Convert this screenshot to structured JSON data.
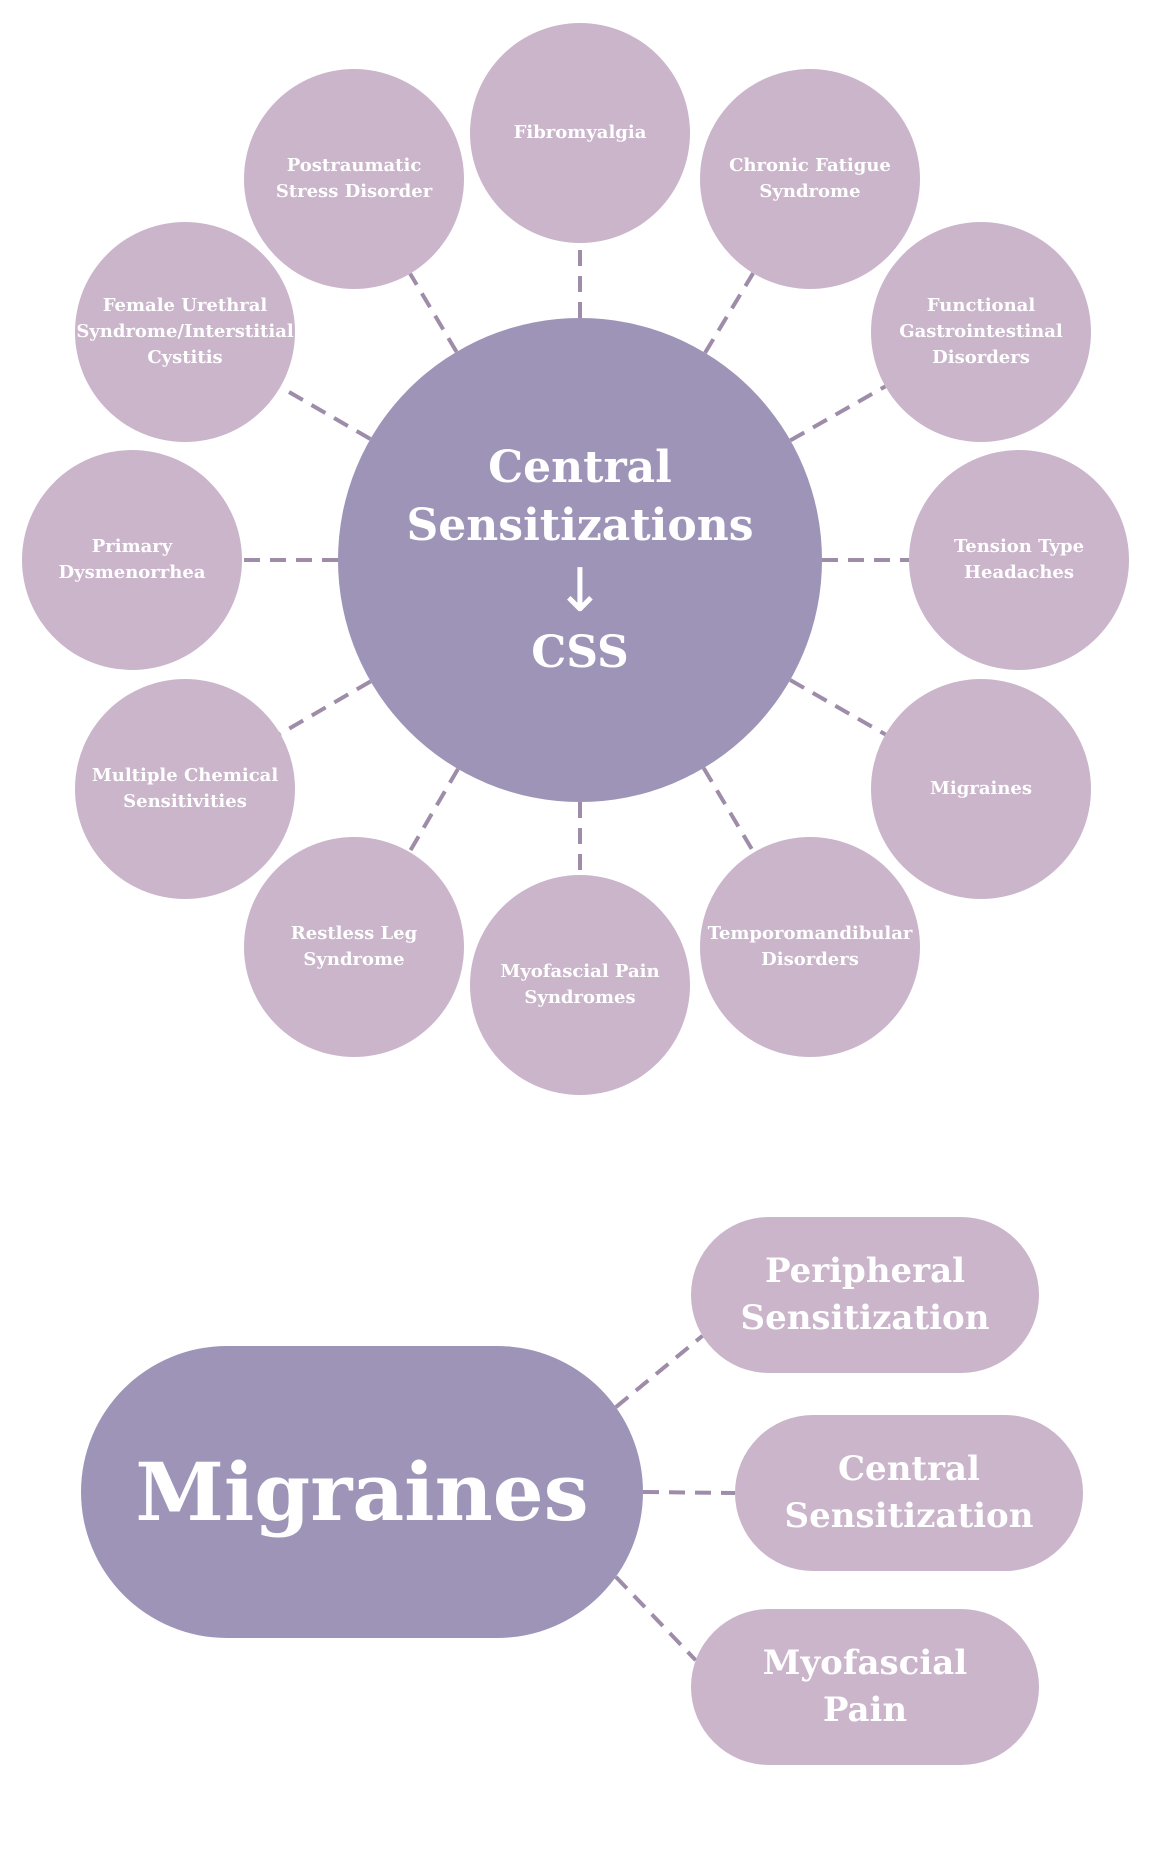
{
  "colors": {
    "hub": "#9e94b8",
    "satellite": "#cab5cb",
    "connector": "#9e8ca9",
    "text": "#ffffff",
    "background": "#ffffff"
  },
  "top_diagram": {
    "center": {
      "title": "Central\nSensitizations",
      "arrow": "↓",
      "abbreviation": "CSS"
    },
    "satellites": [
      "Fibromyalgia",
      "Chronic Fatigue\nSyndrome",
      "Functional\nGastrointestinal\nDisorders",
      "Tension Type\nHeadaches",
      "Migraines",
      "Temporomandibular\nDisorders",
      "Myofascial Pain\nSyndromes",
      "Restless Leg\nSyndrome",
      "Multiple Chemical\nSensitivities",
      "Primary\nDysmenorrhea",
      "Female Urethral\nSyndrome/Interstitial\nCystitis",
      "Postraumatic\nStress Disorder"
    ]
  },
  "bottom_diagram": {
    "main": "Migraines",
    "branches": [
      "Peripheral\nSensitization",
      "Central\nSensitization",
      "Myofascial\nPain"
    ]
  }
}
